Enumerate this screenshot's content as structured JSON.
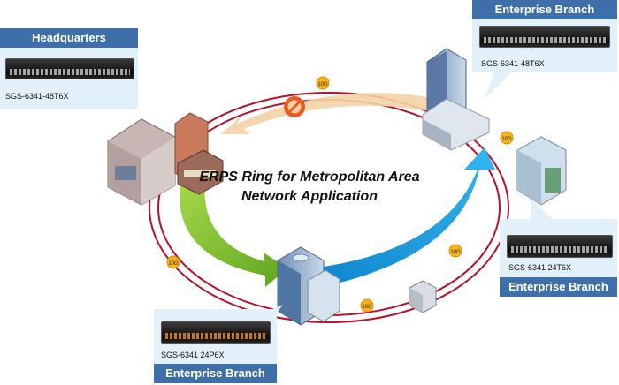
{
  "diagram": {
    "title_line1": "ERPS Ring for Metropolitan Area",
    "title_line2": "Network Application",
    "link_label": "10G",
    "nodes": [
      {
        "site": "Headquarters",
        "model": "SGS-6341-48T6X"
      },
      {
        "site": "Enterprise Branch",
        "model": "SGS-6341-48T6X"
      },
      {
        "site": "Enterprise Branch",
        "model": "SGS-6341 24T6X"
      },
      {
        "site": "Enterprise Branch",
        "model": "SGS-6341 24P6X"
      }
    ]
  },
  "colors": {
    "ring": "#b8102a",
    "label_bar": "#3f6fa8",
    "panel": "#e2f0f9",
    "green_arrow": "#7cbd32",
    "blue_arrow": "#1a9ee0",
    "blocked_arrow": "#f3d3a6",
    "block_icon": "#ea5a1e",
    "link_badge": "#f7b21a"
  }
}
